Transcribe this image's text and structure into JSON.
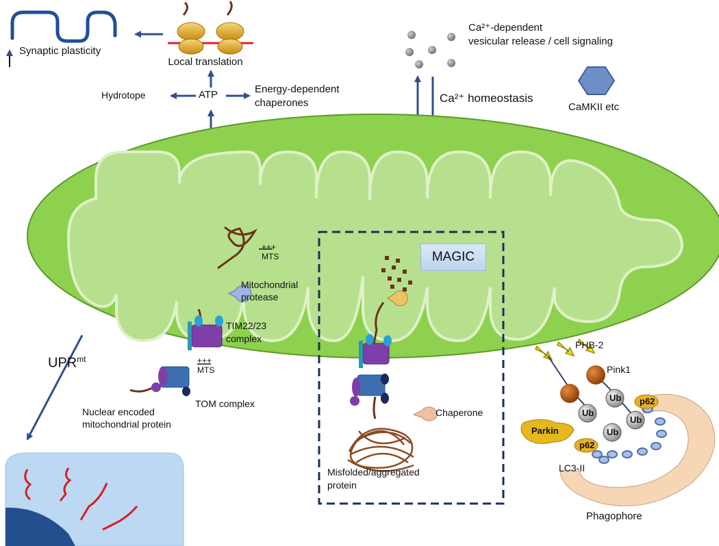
{
  "labels": {
    "synaptic_plasticity": "Synaptic plasticity",
    "local_translation": "Local translation",
    "hydrotope": "Hydrotope",
    "atp": "ATP",
    "energy_chaperones_1": "Energy-dependent",
    "energy_chaperones_2": "chaperones",
    "ca_release_1": "Ca²⁺-dependent",
    "ca_release_2": "vesicular release / cell signaling",
    "ca_homeostasis": "Ca²⁺ homeostasis",
    "camkii": "CaMKII etc",
    "mts_plus_top": "+++",
    "mts_top": "MTS",
    "mito_protease_1": "Mitochondrial",
    "mito_protease_2": "protease",
    "tim_1": "TIM22/23",
    "tim_2": "complex",
    "mts_plus_bottom": "+++",
    "mts_bottom": "MTS",
    "tom": "TOM complex",
    "nuclear_1": "Nuclear encoded",
    "nuclear_2": "mitochondrial protein",
    "uprmt_main": "UPR",
    "uprmt_sup": "mt",
    "magic": "MAGIC",
    "chaperone": "Chaperone",
    "misfolded_1": "Misfolded/aggregated",
    "misfolded_2": "protein",
    "phb2": "PHB-2",
    "pink1": "Pink1",
    "parkin": "Parkin",
    "ub": "Ub",
    "p62": "p62",
    "lc3": "LC3-II",
    "phagophore": "Phagophore"
  },
  "colors": {
    "mito_outer": "#8ed14f",
    "mito_inner": "#b6e08e",
    "arrow": "#2f4f8f",
    "ribosome": "#e0a422",
    "mrna": "#e02020",
    "protein_chain": "#6b3318",
    "tim": "#7f3fa8",
    "tom": "#3d6fb0",
    "phagophore": "#f7d6b6",
    "nucleus": "#a9cdec",
    "pink1": "#b85510",
    "parkin": "#e6b81e",
    "ub": "#a8a8a8",
    "p62": "#e9b020"
  }
}
